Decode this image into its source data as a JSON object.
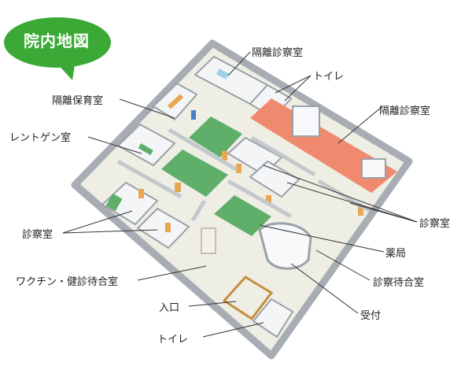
{
  "title": "院内地図",
  "labels": {
    "isolation_exam_top": "隔離診察室",
    "toilet_top": "トイレ",
    "isolation_nursery": "隔離保育室",
    "isolation_exam_right": "隔離診察室",
    "xray_room": "レントゲン室",
    "exam_room_right": "診察室",
    "exam_room_left": "診察室",
    "pharmacy": "薬局",
    "vaccine_checkup_waiting": "ワクチン・健診待合室",
    "exam_waiting_room": "診察待合室",
    "entrance": "入口",
    "reception": "受付",
    "toilet_bottom": "トイレ"
  },
  "colors": {
    "title_green": "#3aa935",
    "room_green": "#5fae6a",
    "isolation_orange": "#ef8a6e",
    "floor": "#eeeee4",
    "wall": "#c8ccd0",
    "door": "#e7a752",
    "leader_line": "#333333"
  }
}
